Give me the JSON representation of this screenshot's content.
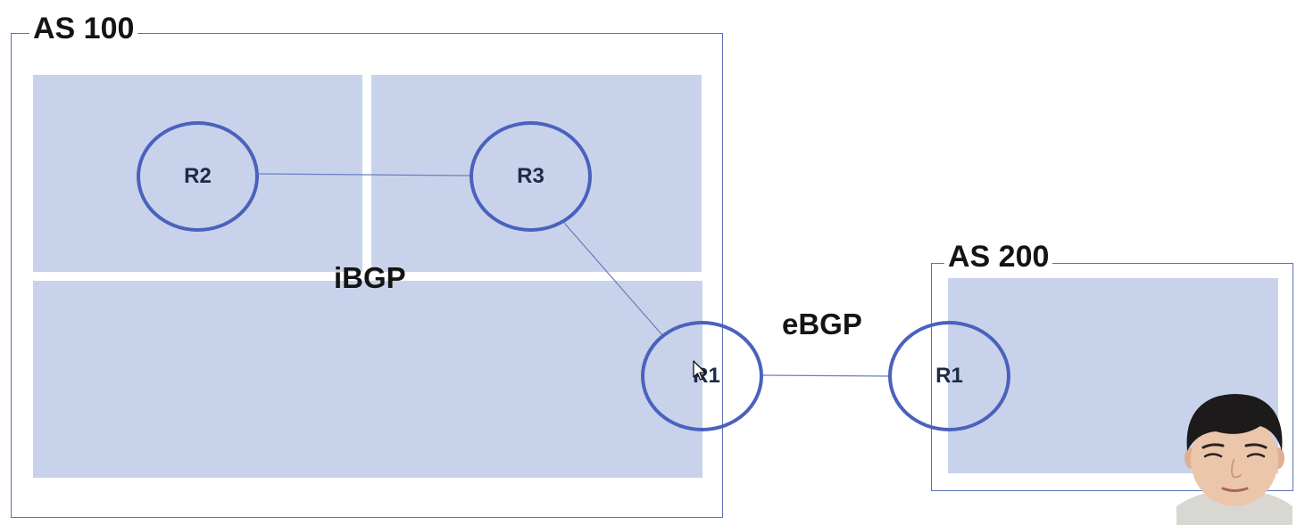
{
  "as100": {
    "label": "AS 100"
  },
  "as200": {
    "label": "AS 200"
  },
  "protocols": {
    "ibgp": "iBGP",
    "ebgp": "eBGP"
  },
  "routers": {
    "r2": "R2",
    "r3": "R3",
    "as100_r1": "R1",
    "as200_r1": "R1"
  },
  "colors": {
    "area_fill": "#c8d3eb",
    "router_stroke": "#4a62bd",
    "as_border": "#5b72b6",
    "link": "#6a7fc0"
  },
  "icons": {
    "cursor": "mouse-pointer-icon",
    "presenter": "presenter-webcam-overlay"
  }
}
